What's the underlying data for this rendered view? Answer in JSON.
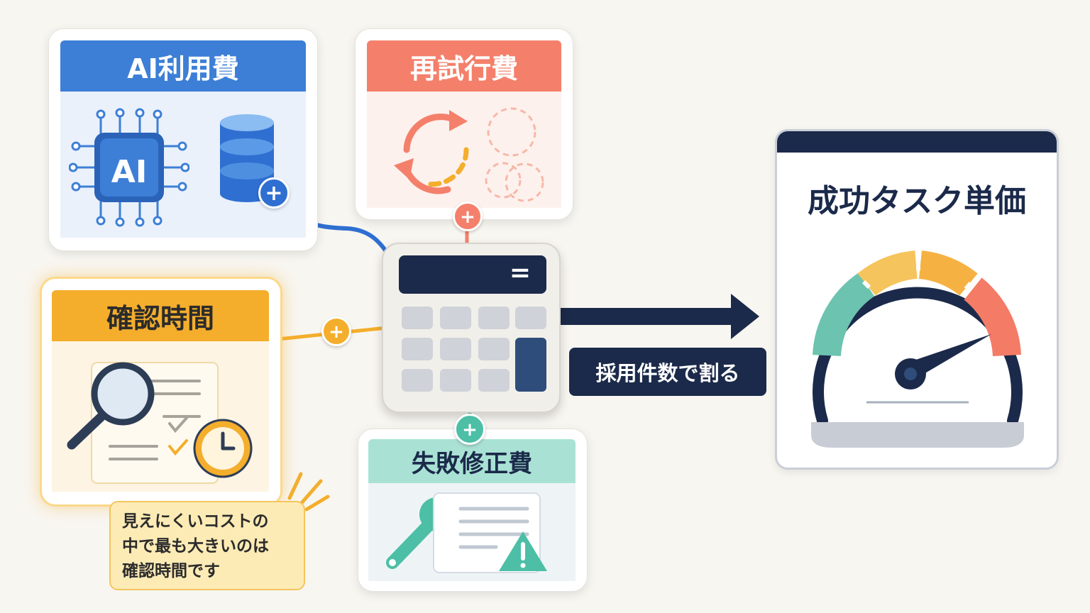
{
  "cards": {
    "ai_cost": {
      "title": "AI利用費",
      "chip_label": "AI",
      "color": "#3d7fd6"
    },
    "retry_cost": {
      "title": "再試行費",
      "color": "#f4806b"
    },
    "review_time": {
      "title": "確認時間",
      "color": "#f4ae2c"
    },
    "fix_cost": {
      "title": "失敗修正費",
      "color": "#4cbfa6"
    }
  },
  "plus_symbol": "+",
  "divide_label": "採用件数で割る",
  "result": {
    "title": "成功タスク単価",
    "color": "#1b2a4a"
  },
  "callout": {
    "lines": [
      "見えにくいコストの",
      "中で最も大きいのは",
      "確認時間です"
    ]
  },
  "calculator": {
    "display_symbol": "="
  },
  "gauge": {
    "segments": [
      "#6cc3b0",
      "#f6c45c",
      "#f5b243",
      "#f47b66"
    ],
    "needle_level": "high"
  }
}
